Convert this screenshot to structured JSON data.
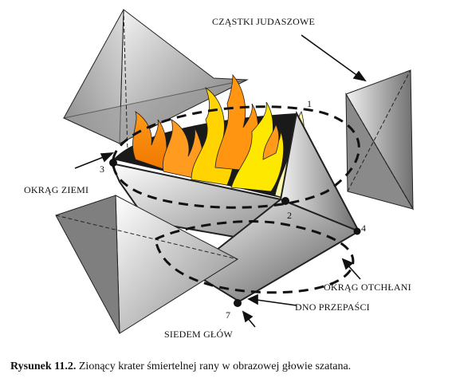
{
  "labels": {
    "czastki": "CZĄSTKI JUDASZOWE",
    "okrag_ziemi": "OKRĄG ZIEMI",
    "okrag_otchlani": "OKRĄG OTCHŁANI",
    "dno": "DNO PRZEPAŚCI",
    "siedem": "SIEDEM GŁÓW"
  },
  "points": {
    "p1": "1",
    "p2": "2",
    "p3": "3",
    "p4": "4",
    "p7": "7"
  },
  "caption": {
    "label": "Rysunek 11.2.",
    "text": " Zionący krater śmiertelnej rany w obrazowej głowie szatana."
  }
}
